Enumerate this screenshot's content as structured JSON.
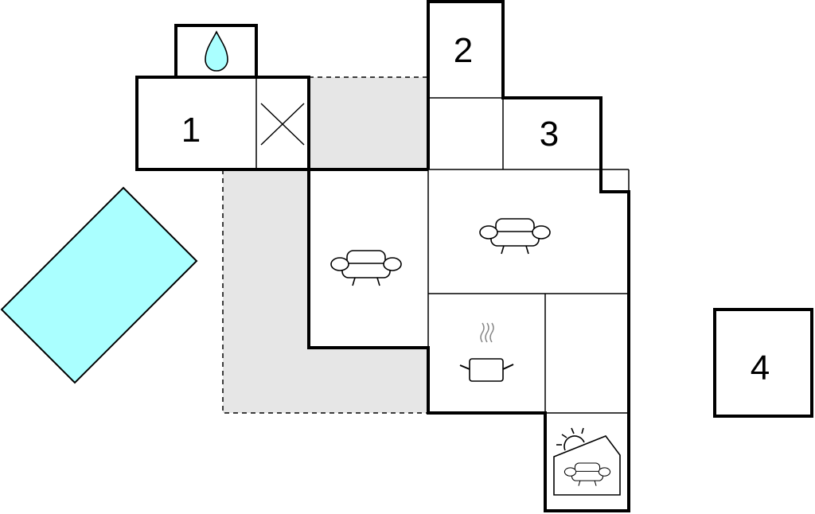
{
  "rooms": {
    "bedroom_1": "1",
    "bedroom_2": "2",
    "bedroom_3": "3",
    "bedroom_4": "4"
  },
  "colors": {
    "pool": "#aaffff",
    "terrace": "#e6e6e6",
    "water": "#aaffff"
  },
  "icons": [
    "water-drop-icon",
    "sofa-icon",
    "cooking-pot-icon",
    "conservatory-icon"
  ]
}
